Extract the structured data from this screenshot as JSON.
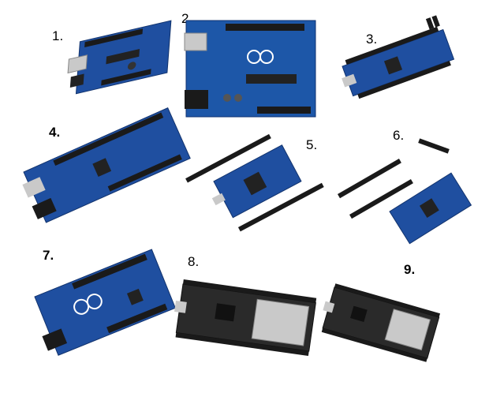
{
  "labels": {
    "n1": "1.",
    "n2": "2.",
    "n3": "3.",
    "n4": "4.",
    "n5": "5.",
    "n6": "6.",
    "n7": "7.",
    "n8": "8.",
    "n9": "9."
  },
  "colors": {
    "board_blue": "#1f4fa0",
    "board_blue_dark": "#163a7a",
    "header_black": "#1a1a1a",
    "pin_gold": "#c8a24a",
    "chip_black": "#222222",
    "metal": "#c9c9c9",
    "esp_black": "#2a2a2a"
  }
}
